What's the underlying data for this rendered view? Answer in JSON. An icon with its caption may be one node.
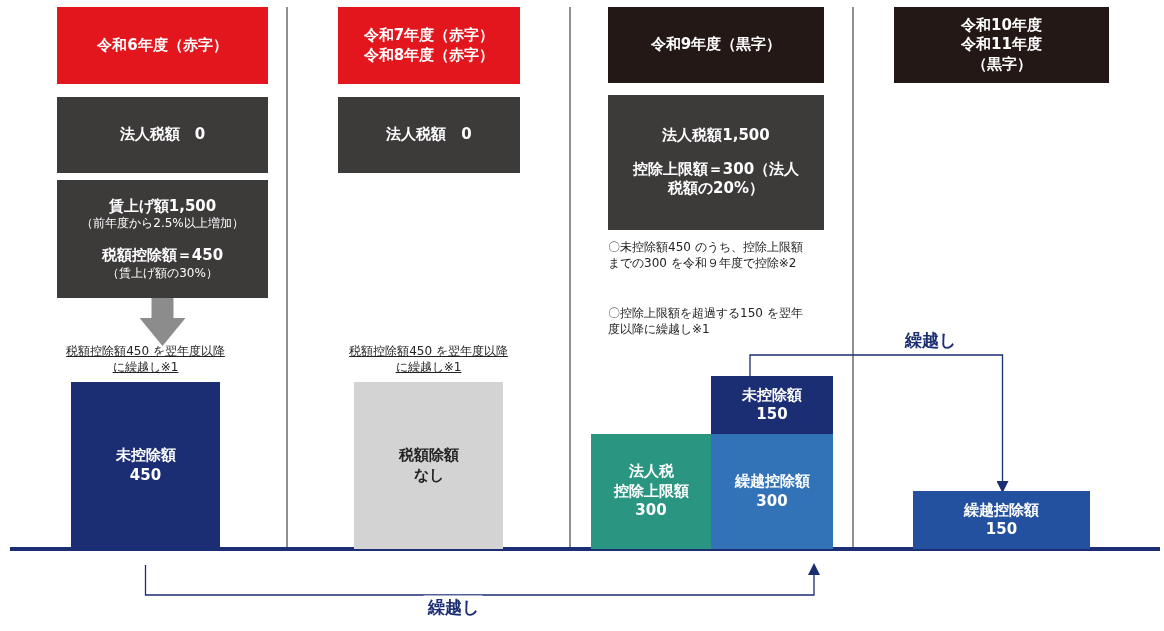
{
  "diagram": {
    "nodes": [
      {
        "text": [
          "令和6年度（赤字）"
        ]
      },
      {
        "text": [
          "令和7年度（赤字）",
          "令和8年度（赤字）"
        ]
      },
      {
        "text": [
          "令和9年度（黒字）"
        ]
      },
      {
        "text": [
          "令和10年度",
          "令和11年度",
          "（黒字）"
        ]
      },
      {
        "text": [
          "法人税額　0"
        ]
      },
      {
        "text": [
          "法人税額　0"
        ]
      },
      {
        "text": [
          "法人税額1,500",
          "控除上限額＝300（法人税額の20%）"
        ]
      },
      {
        "text": [
          "賃上げ額1,500",
          "（前年度から2.5%以上増加）",
          "税額控除額＝450",
          "（賃上げ額の30%）"
        ]
      },
      {
        "text": [
          "未控除額",
          "450"
        ],
        "beside": [
          "税額控除額450 を翌年度以降に繰越し※1"
        ]
      },
      {
        "text": [
          "税額除額",
          "なし"
        ],
        "beside": [
          "税額控除額450 を翌年度以降に繰越し※1"
        ]
      },
      {
        "text": [
          "法人税",
          "控除上限額",
          "300"
        ]
      },
      {
        "text": [
          "未控除額",
          "150"
        ]
      },
      {
        "text": [
          "繰越控除額",
          "300"
        ]
      },
      {
        "text": [
          "繰越控除額",
          "150"
        ]
      }
    ],
    "edges": [
      {
        "from": 7,
        "to": 8,
        "arrow": "to",
        "style": "thick",
        "color": "#8c8c8c"
      },
      {
        "from": 8,
        "to": 12,
        "arrow": "to",
        "label": "繰越し"
      },
      {
        "from": 11,
        "to": 13,
        "arrow": "to",
        "label": "繰越し"
      }
    ],
    "labels": [
      "〇未控除額450 のうち、控除上限額までの300 を令和９年度で控除※2",
      "〇控除上限額を超過する150 を翌年度以降に繰越し※1"
    ]
  }
}
